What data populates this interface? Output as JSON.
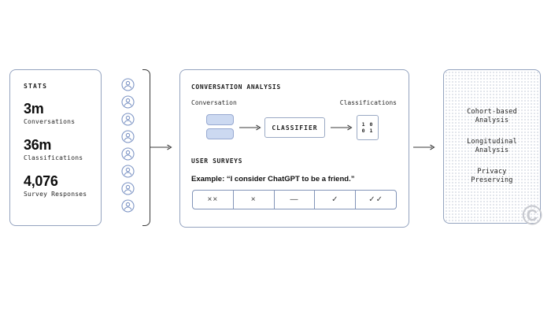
{
  "diagram": {
    "stats_card": {
      "header": "STATS",
      "items": [
        {
          "value": "3m",
          "label": "Conversations"
        },
        {
          "value": "36m",
          "label": "Classifications"
        },
        {
          "value": "4,076",
          "label": "Survey Responses"
        }
      ]
    },
    "users": {
      "icon": "user-avatar-icon",
      "count": "8"
    },
    "analysis_card": {
      "conversation_analysis": {
        "header": "CONVERSATION ANALYSIS",
        "input_label": "Conversation",
        "output_label": "Classifications",
        "classifier_label": "CLASSIFIER",
        "binary_line1": "1 0",
        "binary_line2": "0 1"
      },
      "user_surveys": {
        "header": "USER SURVEYS",
        "example": "Example: “I consider ChatGPT to be a friend.”",
        "scale": [
          {
            "symbol": "××"
          },
          {
            "symbol": "×"
          },
          {
            "symbol": "—"
          },
          {
            "symbol": "✓"
          },
          {
            "symbol": "✓✓"
          }
        ]
      }
    },
    "output_card": {
      "items": [
        "Cohort-based\nAnalysis",
        "Longitudinal\nAnalysis",
        "Privacy\nPreserving"
      ],
      "watermark": "©"
    },
    "colors": {
      "card_border": "#94a3bf",
      "accent_blue": "#7b93c4",
      "bubble_fill": "#ccd9f1",
      "bubble_border": "#97a9d1",
      "arrow": "#3b3b3b",
      "text": "#1c1c1c",
      "watermark_gray": "#c7c9cf"
    }
  }
}
